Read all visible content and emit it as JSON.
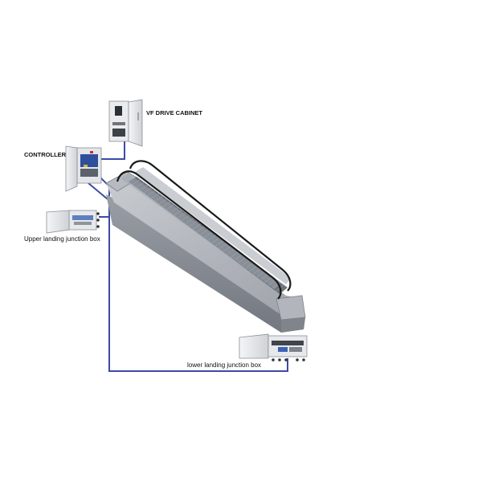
{
  "labels": {
    "vf_drive": "VF DRIVE CABINET",
    "controller": "CONTROLLER",
    "upper_box": "Upper landing junction box",
    "lower_box": "lower landing junction box"
  },
  "colors": {
    "wire": "#3b4aa8",
    "cabinet_body": "#e9ebed",
    "cabinet_edge": "#8a8f96",
    "truss_top": "#a9adb3",
    "truss_side": "#8d9198",
    "truss_dark": "#6f737a",
    "handrail": "#1a1a1a",
    "steps": "#7c8088"
  },
  "icons": {
    "vf_drive": "electrical-cabinet-icon",
    "controller": "electrical-cabinet-icon",
    "upper_box": "junction-box-icon",
    "lower_box": "junction-box-icon",
    "escalator": "escalator-icon"
  }
}
